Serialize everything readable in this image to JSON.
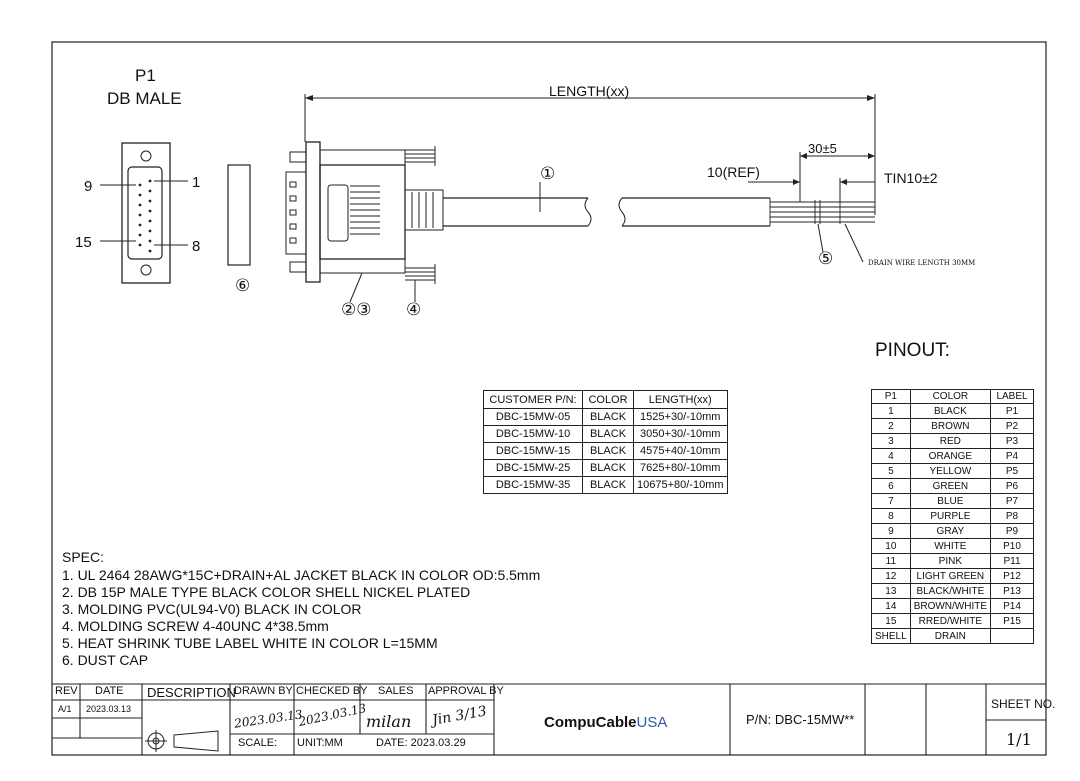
{
  "connector": {
    "title": "P1",
    "subtitle": "DB MALE",
    "pin_labels": [
      "9",
      "1",
      "15",
      "8"
    ]
  },
  "dimensions": {
    "length": "LENGTH(xx)",
    "strip": "30±5",
    "ref": "10(REF)",
    "tin": "TIN10±2",
    "drain_note": "DRAIN WIRE LENGTH 30MM"
  },
  "callouts": [
    "①",
    "②③",
    "④",
    "⑤",
    "⑥"
  ],
  "order_table": {
    "headers": [
      "CUSTOMER P/N:",
      "COLOR",
      "LENGTH(xx)"
    ],
    "rows": [
      [
        "DBC-15MW-05",
        "BLACK",
        "1525+30/-10mm"
      ],
      [
        "DBC-15MW-10",
        "BLACK",
        "3050+30/-10mm"
      ],
      [
        "DBC-15MW-15",
        "BLACK",
        "4575+40/-10mm"
      ],
      [
        "DBC-15MW-25",
        "BLACK",
        "7625+80/-10mm"
      ],
      [
        "DBC-15MW-35",
        "BLACK",
        "10675+80/-10mm"
      ]
    ]
  },
  "pinout": {
    "title": "PINOUT:",
    "headers": [
      "P1",
      "COLOR",
      "LABEL"
    ],
    "rows": [
      [
        "1",
        "BLACK",
        "P1"
      ],
      [
        "2",
        "BROWN",
        "P2"
      ],
      [
        "3",
        "RED",
        "P3"
      ],
      [
        "4",
        "ORANGE",
        "P4"
      ],
      [
        "5",
        "YELLOW",
        "P5"
      ],
      [
        "6",
        "GREEN",
        "P6"
      ],
      [
        "7",
        "BLUE",
        "P7"
      ],
      [
        "8",
        "PURPLE",
        "P8"
      ],
      [
        "9",
        "GRAY",
        "P9"
      ],
      [
        "10",
        "WHITE",
        "P10"
      ],
      [
        "11",
        "PINK",
        "P11"
      ],
      [
        "12",
        "LIGHT GREEN",
        "P12"
      ],
      [
        "13",
        "BLACK/WHITE",
        "P13"
      ],
      [
        "14",
        "BROWN/WHITE",
        "P14"
      ],
      [
        "15",
        "RRED/WHITE",
        "P15"
      ],
      [
        "SHELL",
        "DRAIN",
        ""
      ]
    ]
  },
  "spec": {
    "title": "SPEC:",
    "lines": [
      "1.  UL 2464  28AWG*15C+DRAIN+AL  JACKET BLACK IN COLOR  OD:5.5mm",
      "2. DB 15P MALE TYPE BLACK COLOR SHELL NICKEL PLATED",
      "3. MOLDING PVC(UL94-V0) BLACK IN COLOR",
      "4. MOLDING SCREW 4-40UNC 4*38.5mm",
      "5. HEAT SHRINK TUBE LABEL WHITE IN COLOR L=15MM",
      "6. DUST CAP"
    ]
  },
  "title_block": {
    "rev_label": "REV",
    "date_label": "DATE",
    "description_label": "DESCRIPTION",
    "drawn_by_label": "DRAWN BY",
    "checked_by_label": "CHECKED BY",
    "sales_label": "SALES",
    "approval_label": "APPROVAL BY",
    "rev": "A/1",
    "date": "2023.03.13",
    "drawn_sig": "2023.03.13",
    "checked_sig": "2023.03.13",
    "sales_sig": "milan",
    "approval_sig": "Jin 3/13",
    "scale_label": "SCALE:",
    "unit_label": "UNIT:MM",
    "date_field": "DATE:  2023.03.29",
    "company_prefix": "CompuCable",
    "company_suffix": "USA",
    "part_number": "P/N: DBC-15MW**",
    "sheet_label": "SHEET NO.",
    "sheet_value": "1/1"
  }
}
